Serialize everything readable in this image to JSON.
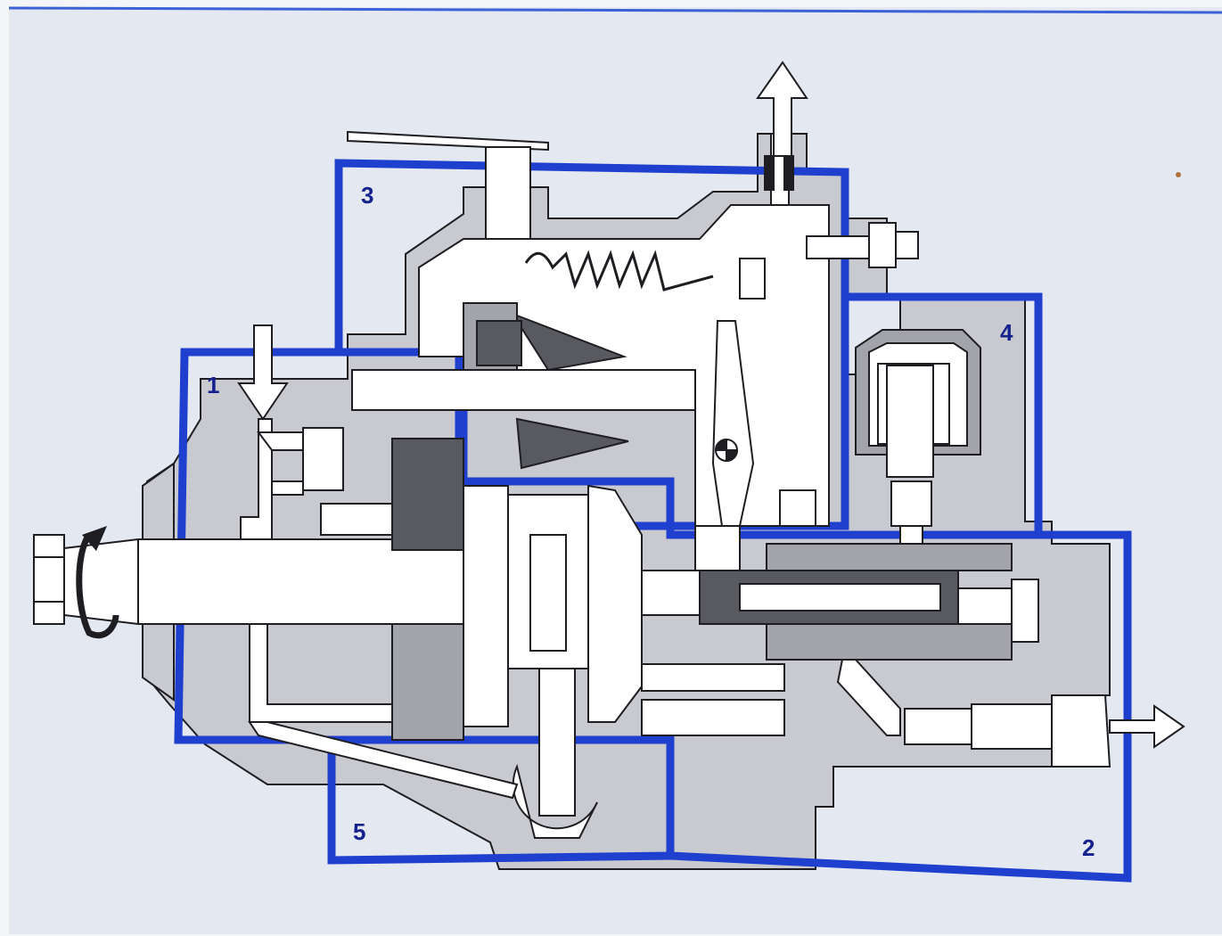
{
  "diagram": {
    "type": "distributor-type fuel injection pump cross-section",
    "colors": {
      "page": "#e4e8f0",
      "housing": "#c9cacf",
      "dark_part": "#585a60",
      "mid_part": "#a3a4a9",
      "light_part": "#ffffff",
      "outline": "#1e1e22",
      "zone_border": "#1f3fcf",
      "label_color": "#15218f",
      "accent_dot": "#b0703a"
    },
    "zones": [
      {
        "id": "zone-1",
        "label": "1"
      },
      {
        "id": "zone-2",
        "label": "2"
      },
      {
        "id": "zone-3",
        "label": "3"
      },
      {
        "id": "zone-4",
        "label": "4"
      },
      {
        "id": "zone-5",
        "label": "5"
      }
    ],
    "arrows": [
      {
        "id": "fuel-inlet",
        "direction": "down"
      },
      {
        "id": "fuel-return",
        "direction": "up"
      },
      {
        "id": "fuel-outlet",
        "direction": "right"
      },
      {
        "id": "drive-rotation",
        "direction": "clockwise"
      }
    ]
  }
}
